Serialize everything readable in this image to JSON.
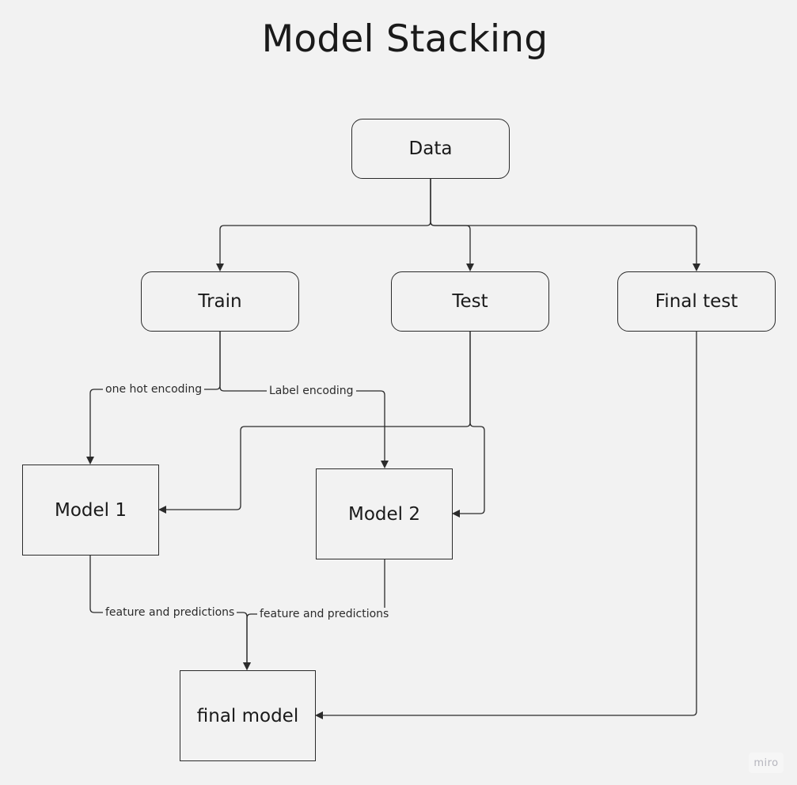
{
  "title": "Model Stacking",
  "nodes": {
    "data": "Data",
    "train": "Train",
    "test": "Test",
    "final_test": "Final test",
    "model1": "Model 1",
    "model2": "Model 2",
    "final_model": "final model"
  },
  "edge_labels": {
    "one_hot": "one hot encoding",
    "label_enc": "Label encoding",
    "feat_pred_1": "feature and  predictions",
    "feat_pred_2": "feature and predictions"
  },
  "watermark": "miro",
  "colors": {
    "background": "#f2f2f2",
    "stroke": "#2b2b2b",
    "text": "#1a1a1a",
    "watermark": "#b5b5bd"
  }
}
